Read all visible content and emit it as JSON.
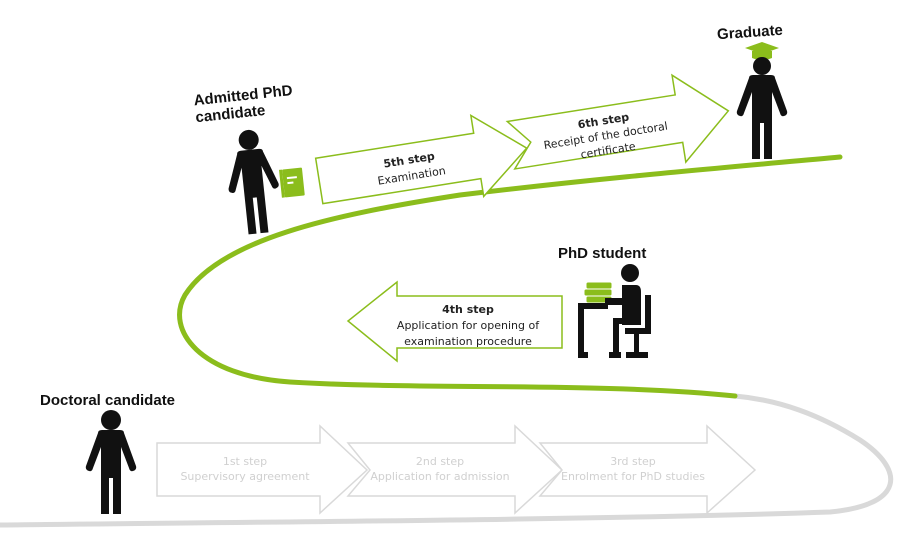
{
  "title": "Doctoral process path",
  "colors": {
    "active": "#8bbd1c",
    "inactive": "#d9d9d9",
    "inactive_text": "#cfcfcf",
    "figure": "#111111"
  },
  "roles": [
    {
      "id": "doctoral-candidate",
      "label": "Doctoral candidate",
      "icon": "person-standing-icon"
    },
    {
      "id": "phd-student",
      "label": "PhD student",
      "icon": "person-studying-at-desk-icon"
    },
    {
      "id": "admitted-phd-candidate",
      "label_line1": "Admitted PhD",
      "label_line2": "candidate",
      "icon": "person-with-book-icon"
    },
    {
      "id": "graduate",
      "label": "Graduate",
      "icon": "person-with-graduation-cap-icon"
    }
  ],
  "steps": [
    {
      "number": "1st step",
      "desc": [
        "Supervisory agreement"
      ],
      "status": "inactive",
      "direction": "right"
    },
    {
      "number": "2nd step",
      "desc": [
        "Application for admission"
      ],
      "status": "inactive",
      "direction": "right"
    },
    {
      "number": "3rd step",
      "desc": [
        "Enrolment for PhD studies"
      ],
      "status": "inactive",
      "direction": "right"
    },
    {
      "number": "4th step",
      "desc": [
        "Application for opening of",
        "examination procedure"
      ],
      "status": "active",
      "direction": "left"
    },
    {
      "number": "5th step",
      "desc": [
        "Examination"
      ],
      "status": "active",
      "direction": "right"
    },
    {
      "number": "6th step",
      "desc": [
        "Receipt of the doctoral",
        "certificate"
      ],
      "status": "active",
      "direction": "right"
    }
  ]
}
